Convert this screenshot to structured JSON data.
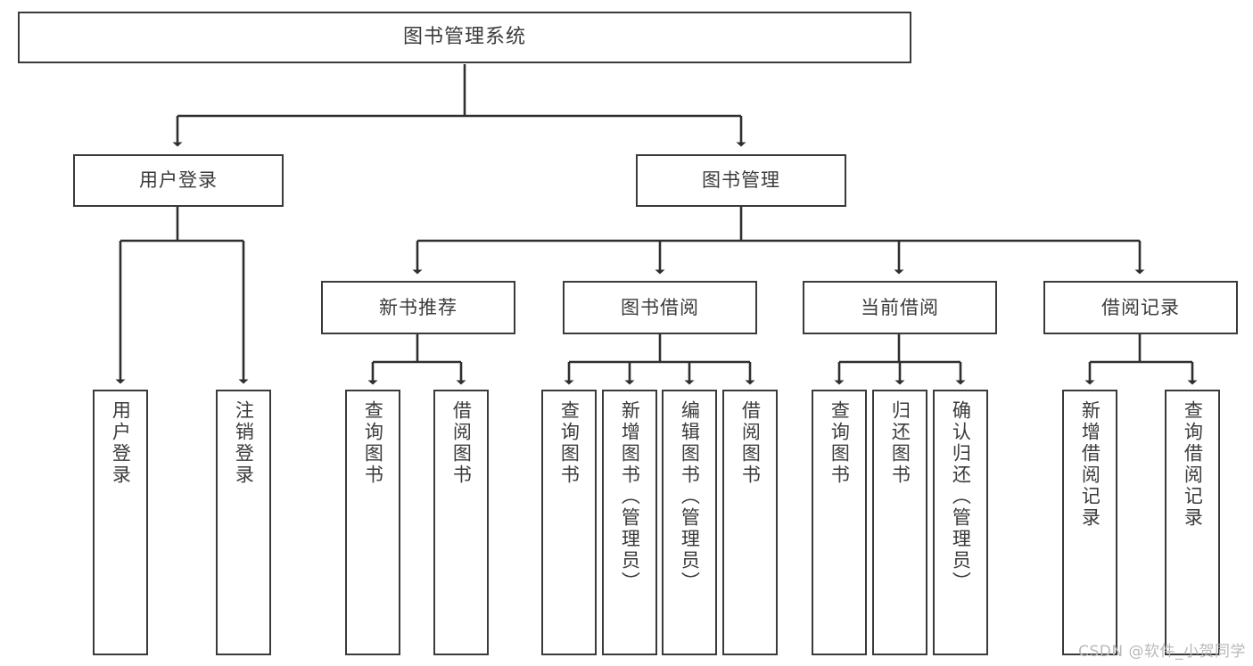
{
  "diagram": {
    "title": "图书管理系统",
    "type": "tree",
    "stroke_color": "#3a3a3a",
    "text_color": "#3b3b3b",
    "background_color": "#ffffff",
    "nodes": {
      "root": {
        "label": "图书管理系统"
      },
      "level2": [
        {
          "id": "user-login",
          "label": "用户登录"
        },
        {
          "id": "book-manage",
          "label": "图书管理"
        }
      ],
      "level3": [
        {
          "id": "new-book-recommend",
          "label": "新书推荐"
        },
        {
          "id": "book-borrow",
          "label": "图书借阅"
        },
        {
          "id": "current-borrow",
          "label": "当前借阅"
        },
        {
          "id": "borrow-record",
          "label": "借阅记录"
        }
      ],
      "leaves": {
        "user_login": [
          {
            "id": "leaf-user-login",
            "label": "用户登录"
          },
          {
            "id": "leaf-logout-login",
            "label": "注销登录"
          }
        ],
        "new_book_recommend": [
          {
            "id": "leaf-query-book-1",
            "label": "查询图书"
          },
          {
            "id": "leaf-borrow-book-1",
            "label": "借阅图书"
          }
        ],
        "book_borrow": [
          {
            "id": "leaf-query-book-2",
            "label": "查询图书"
          },
          {
            "id": "leaf-add-book",
            "label": "新增图书（管理员）"
          },
          {
            "id": "leaf-edit-book",
            "label": "编辑图书（管理员）"
          },
          {
            "id": "leaf-borrow-book-2",
            "label": "借阅图书"
          }
        ],
        "current_borrow": [
          {
            "id": "leaf-query-book-3",
            "label": "查询图书"
          },
          {
            "id": "leaf-return-book",
            "label": "归还图书"
          },
          {
            "id": "leaf-confirm-return",
            "label": "确认归还（管理员）"
          }
        ],
        "borrow_record": [
          {
            "id": "leaf-add-record",
            "label": "新增借阅记录"
          },
          {
            "id": "leaf-query-record",
            "label": "查询借阅记录"
          }
        ]
      }
    }
  },
  "watermark": {
    "text": "CSDN @软件_小贺同学"
  }
}
